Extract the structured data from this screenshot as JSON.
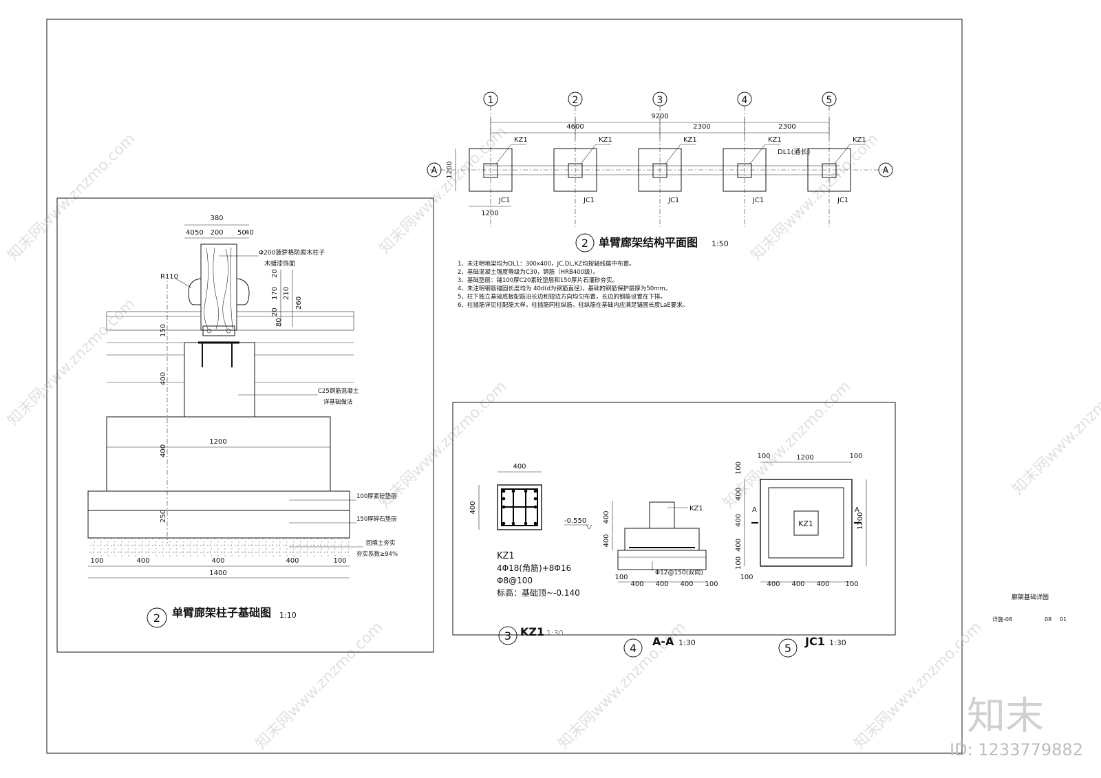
{
  "watermark": {
    "text": "知末网www.znzmo.com",
    "logo": "知末",
    "id": "ID: 1233779882"
  },
  "title_block": {
    "drawing_name": "廊架基础详图",
    "sheet_label": "详施-08",
    "sheet_no": "08",
    "page_no": "01"
  },
  "plan": {
    "axes": [
      "1",
      "2",
      "3",
      "4",
      "5"
    ],
    "row_label": "A",
    "dim_total": "9200",
    "dim_segments": [
      "4600",
      "2300",
      "2300"
    ],
    "dim_width": "1200",
    "dim_height": "1200",
    "column_tag": "KZ1",
    "footing_tag": "JC1",
    "beam_tag": "DL1(通长)",
    "title_num": "2",
    "title": "单臂廊架结构平面图",
    "scale": "1:50",
    "notes": [
      "1、未注明地梁均为DL1：300x400，JC,DL,KZ均按轴线居中布置。",
      "2、基础混凝土强度等级为C30，钢筋（HRB400级）。",
      "3、基础垫层：铺100厚C20素砼垫层和150厚片石灌砂夯实。",
      "4、未注明钢筋锚固长度均为 40d(d为钢筋直径)，基础的钢筋保护层厚为50mm。",
      "5、柱下独立基础底板配筋沿长边和短边方向均匀布置，长边的钢筋设置在下排。",
      "6、柱插筋详见柱配筋大样，柱插筋同柱纵筋，柱纵筋在基础内应满足锚固长度LaE要求。"
    ]
  },
  "section": {
    "dim_top": "380",
    "dim_parts": [
      "40",
      "50",
      "200",
      "50",
      "40"
    ],
    "r_label": "R110",
    "post_label": "Φ200菠萝格防腐木柱子",
    "post_sub": "木蜡漆饰面",
    "dims_right": [
      "20",
      "170",
      "20",
      "210",
      "260",
      "80"
    ],
    "dim_150": "150",
    "dim_400a": "400",
    "dim_1200": "1200",
    "dim_400b": "400",
    "dim_250": "250",
    "concrete_label": "C25钢筋混凝土",
    "concrete_sub": "详基础做法",
    "layer1": "100厚素砼垫层",
    "layer2": "150厚碎石垫层",
    "layer3": "回填土夯实",
    "layer3_sub": "夯实系数≥94%",
    "dims_bottom": [
      "100",
      "400",
      "400",
      "400",
      "100"
    ],
    "dim_total": "1400",
    "title_num": "2",
    "title": "单臂廊架柱子基础图",
    "scale": "1:10"
  },
  "kz1": {
    "dim_w": "400",
    "dim_h": "400",
    "name": "KZ1",
    "rebar1": "4Φ18(角筋)+8Φ16",
    "rebar2": "Φ8@100",
    "elev": "标高：基础顶~-0.140",
    "title_num": "3",
    "title": "KZ1",
    "scale": "1:30"
  },
  "aa": {
    "elev": "-0.550",
    "dim_400a": "400",
    "dim_400b": "400",
    "tag": "KZ1",
    "rebar": "Φ12@150(双向)",
    "dims_bottom": [
      "100",
      "400",
      "400",
      "400",
      "100"
    ],
    "title_num": "4",
    "title": "A-A",
    "scale": "1:30"
  },
  "jc1": {
    "dims_top": [
      "100",
      "1200",
      "100"
    ],
    "dims_left": [
      "100",
      "400",
      "400",
      "400",
      "100"
    ],
    "dim_right": "1200",
    "dims_bottom": [
      "100",
      "400",
      "400",
      "400",
      "100"
    ],
    "section_mark": "A",
    "tag": "KZ1",
    "title_num": "5",
    "title": "JC1",
    "scale": "1:30"
  },
  "colors": {
    "line": "#111111",
    "watermark": "#c8c8c8"
  }
}
